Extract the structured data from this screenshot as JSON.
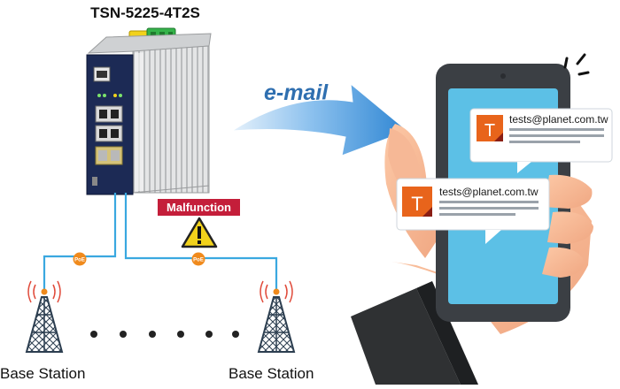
{
  "device": {
    "model": "TSN-5225-4T2S"
  },
  "link": {
    "email_label": "e-mail"
  },
  "alert": {
    "label": "Malfunction"
  },
  "poe": {
    "label_left": "PoE",
    "label_right": "PoE"
  },
  "stations": {
    "left_label": "Base Station",
    "right_label": "Base Station"
  },
  "notifications": [
    {
      "avatar_letter": "T",
      "email": "tests@planet.com.tw"
    },
    {
      "avatar_letter": "T",
      "email": "tests@planet.com.tw"
    }
  ],
  "colors": {
    "switch_blue": "#1c2a55",
    "alert_red": "#c41e3a",
    "warning_yellow": "#f2d21b",
    "poe_orange": "#f08a1c",
    "cable_blue": "#3aa8e0",
    "avatar_orange": "#e8641b",
    "arrow_blue": "#3b8fd6",
    "phone_screen": "#5cc0e6"
  }
}
